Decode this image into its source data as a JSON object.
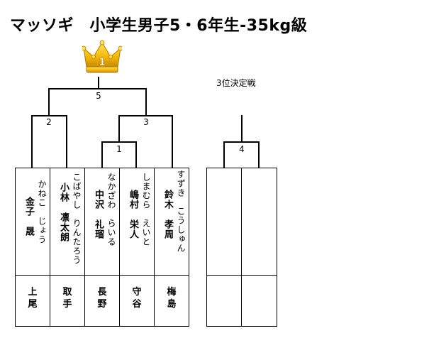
{
  "title": "マッソギ　小学生男子5・6年生-35kg級",
  "crown_number": "1",
  "third_place_label": "3位決定戦",
  "bouts": [
    "5",
    "2",
    "3",
    "1",
    "4"
  ],
  "players": [
    {
      "kana": "かねこ　じょう",
      "name": "金子　晟",
      "team1": "上",
      "team2": "尾"
    },
    {
      "kana": "こばやし　りんたろう",
      "name": "小林　凛太朗",
      "team1": "取",
      "team2": "手"
    },
    {
      "kana": "なかざわ　らいる",
      "name": "中沢　礼瑠",
      "team1": "長",
      "team2": "野"
    },
    {
      "kana": "しまむら　えいと",
      "name": "嶋村　栄人",
      "team1": "守",
      "team2": "谷"
    },
    {
      "kana": "すずき　こうしゅん",
      "name": "鈴木　孝周",
      "team1": "梅",
      "team2": "島"
    }
  ],
  "colors": {
    "crown_gold": "#f2b705",
    "crown_dark": "#c98a00",
    "jewel": "#ffffff",
    "lines": "#000000"
  }
}
